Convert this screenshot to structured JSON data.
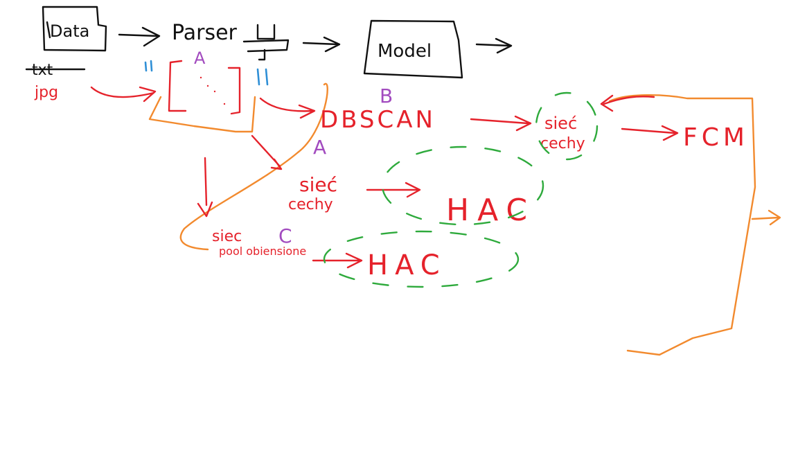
{
  "colors": {
    "black": "#111111",
    "red": "#e5222b",
    "orange": "#f28a2e",
    "green": "#2eaa3c",
    "purple": "#a24bbf",
    "blue": "#2f8fd6",
    "background": "#ffffff"
  },
  "pipeline": {
    "data": "Data",
    "parser": "Parser",
    "model": "Model"
  },
  "inputs": {
    "txt": "txt",
    "jpg": "jpg"
  },
  "methods": {
    "dbscan": "DBSCAN",
    "hac_1": "HAC",
    "hac_2": "HAC",
    "fcm": "FCM"
  },
  "features": {
    "siec_cechy_1_line1": "sieć",
    "siec_cechy_1_line2": "cechy",
    "siec_cechy_2_line1": "sieć",
    "siec_cechy_2_line2": "cechy",
    "siec_pool_line1": "siec",
    "siec_pool_line2": "pool obiensione"
  },
  "markers": {
    "a_top": "A",
    "a_mid": "A",
    "b": "B",
    "c": "C"
  }
}
